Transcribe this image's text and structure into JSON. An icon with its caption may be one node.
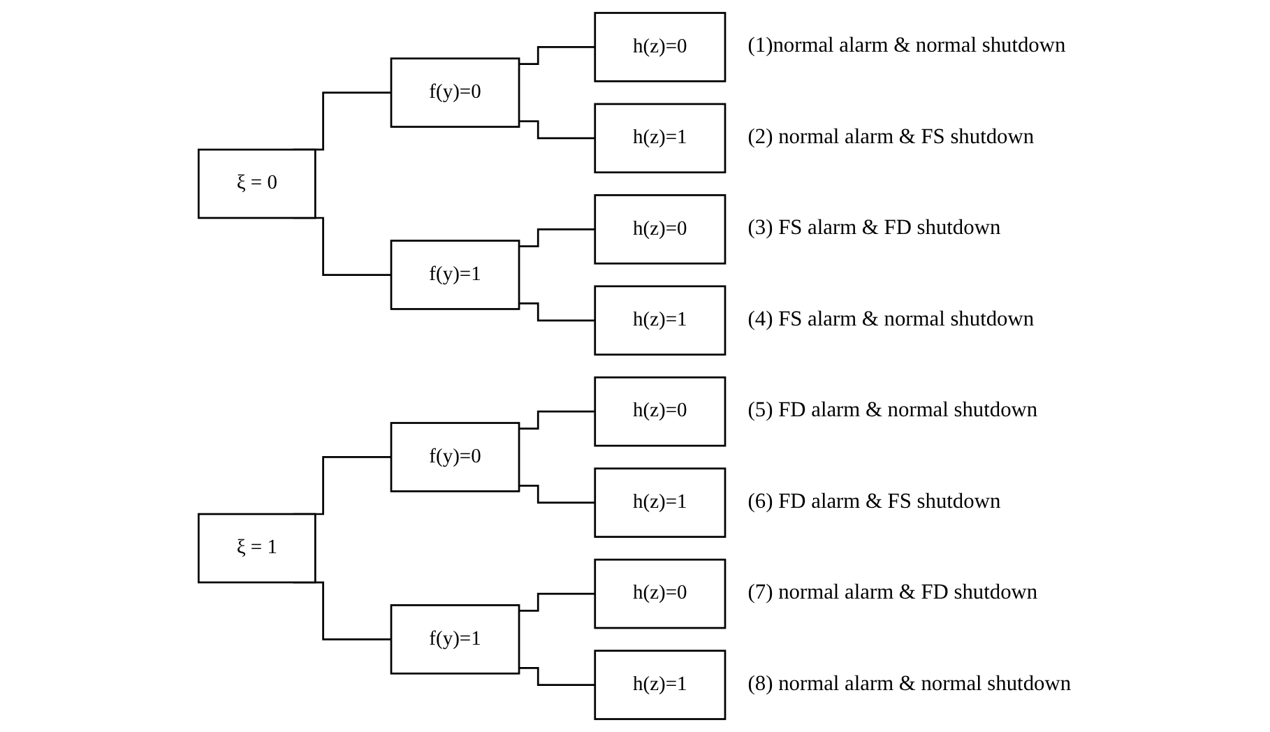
{
  "diagram": {
    "nodes": [
      {
        "text": [
          "ξ = 0"
        ]
      },
      {
        "text": [
          "f(y)=0"
        ]
      },
      {
        "text": [
          "h(z)=0"
        ],
        "beside": [
          "(1)normal alarm & normal shutdown"
        ]
      },
      {
        "text": [
          "h(z)=1"
        ],
        "beside": [
          "(2) normal alarm & FS shutdown"
        ]
      },
      {
        "text": [
          "f(y)=1"
        ]
      },
      {
        "text": [
          "h(z)=0"
        ],
        "beside": [
          "(3) FS alarm & FD shutdown"
        ]
      },
      {
        "text": [
          "h(z)=1"
        ],
        "beside": [
          "(4) FS alarm & normal shutdown"
        ]
      },
      {
        "text": [
          "ξ = 1"
        ]
      },
      {
        "text": [
          "f(y)=0"
        ]
      },
      {
        "text": [
          "h(z)=0"
        ],
        "beside": [
          "(5) FD alarm & normal shutdown"
        ]
      },
      {
        "text": [
          "h(z)=1"
        ],
        "beside": [
          "(6) FD alarm & FS shutdown"
        ]
      },
      {
        "text": [
          "f(y)=1"
        ]
      },
      {
        "text": [
          "h(z)=0"
        ],
        "beside": [
          "(7) normal alarm & FD shutdown"
        ]
      },
      {
        "text": [
          "h(z)=1"
        ],
        "beside": [
          "(8) normal alarm & normal shutdown"
        ]
      }
    ],
    "edges": [
      {
        "from": 0,
        "to": 1,
        "arrow": "none"
      },
      {
        "from": 0,
        "to": 4,
        "arrow": "none"
      },
      {
        "from": 1,
        "to": 2,
        "arrow": "none"
      },
      {
        "from": 1,
        "to": 3,
        "arrow": "none"
      },
      {
        "from": 4,
        "to": 5,
        "arrow": "none"
      },
      {
        "from": 4,
        "to": 6,
        "arrow": "none"
      },
      {
        "from": 7,
        "to": 8,
        "arrow": "none"
      },
      {
        "from": 7,
        "to": 11,
        "arrow": "none"
      },
      {
        "from": 8,
        "to": 9,
        "arrow": "none"
      },
      {
        "from": 8,
        "to": 10,
        "arrow": "none"
      },
      {
        "from": 11,
        "to": 12,
        "arrow": "none"
      },
      {
        "from": 11,
        "to": 13,
        "arrow": "none"
      }
    ]
  }
}
